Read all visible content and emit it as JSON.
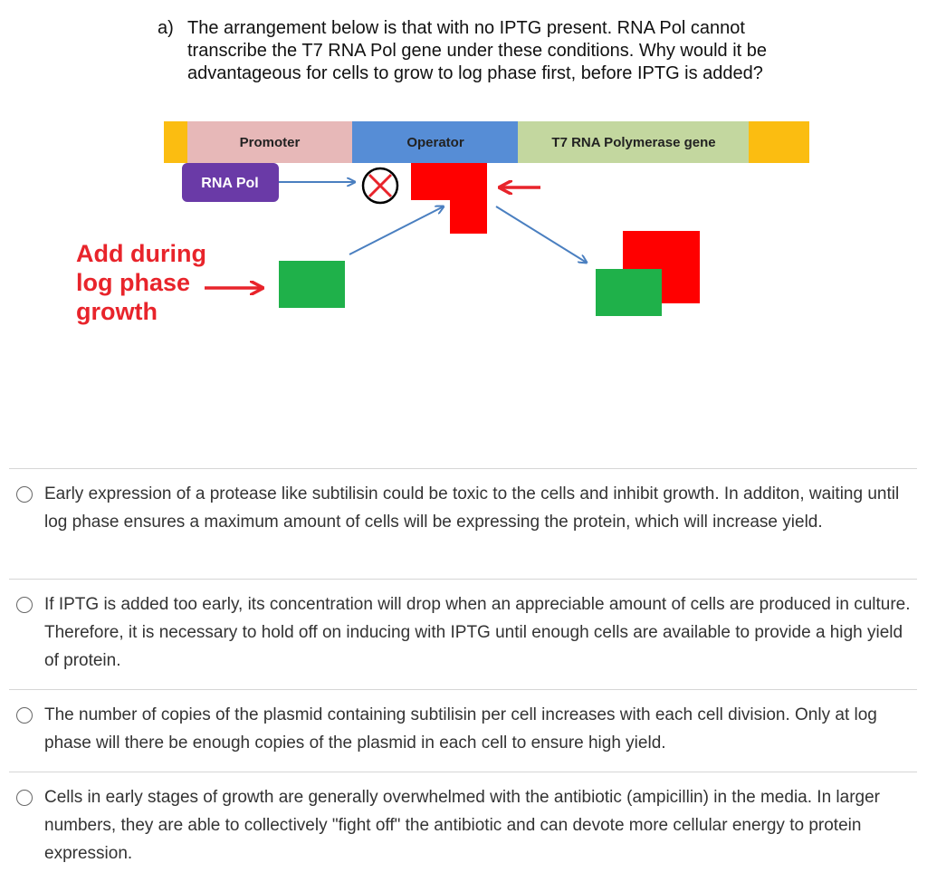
{
  "question": {
    "label": "a)",
    "text": "The arrangement below is that with no IPTG present. RNA Pol cannot transcribe the T7 RNA Pol gene under these conditions. Why would it be advantageous for cells to grow to log phase first, before IPTG is added?"
  },
  "diagram": {
    "segments": {
      "promoter": "Promoter",
      "operator": "Operator",
      "gene": "T7 RNA Polymerase gene"
    },
    "rna_pol": "RNA Pol",
    "add_label": "Add during log phase growth",
    "colors": {
      "end_cap": "#fbbd11",
      "promoter": "#e7b8b8",
      "operator": "#568dd6",
      "gene": "#c3d79f",
      "rna_pol": "#6a3aa7",
      "repressor": "#ff0000",
      "iptg": "#1fb14a",
      "arrow_blue": "#4a7fc0",
      "arrow_red": "#e8242b"
    }
  },
  "options": [
    {
      "text": "Early expression of a protease like subtilisin could be toxic to the cells and inhibit growth. In additon, waiting until log phase ensures a maximum amount of cells will be expressing the protein, which will increase yield."
    },
    {
      "text": "If IPTG is added too early, its concentration will drop when an appreciable amount of cells are produced in culture. Therefore, it is necessary to hold off on inducing with IPTG until enough cells are available to provide a high yield of protein."
    },
    {
      "text": "The number of copies of the plasmid containing subtilisin per cell increases with each cell division. Only at log phase will there be enough copies of the plasmid in each cell to ensure high yield."
    },
    {
      "text": "Cells in early stages of growth are generally overwhelmed with the antibiotic (ampicillin) in the media. In larger numbers, they are able to collectively \"fight off\" the antibiotic and can devote more cellular energy to protein expression."
    }
  ]
}
